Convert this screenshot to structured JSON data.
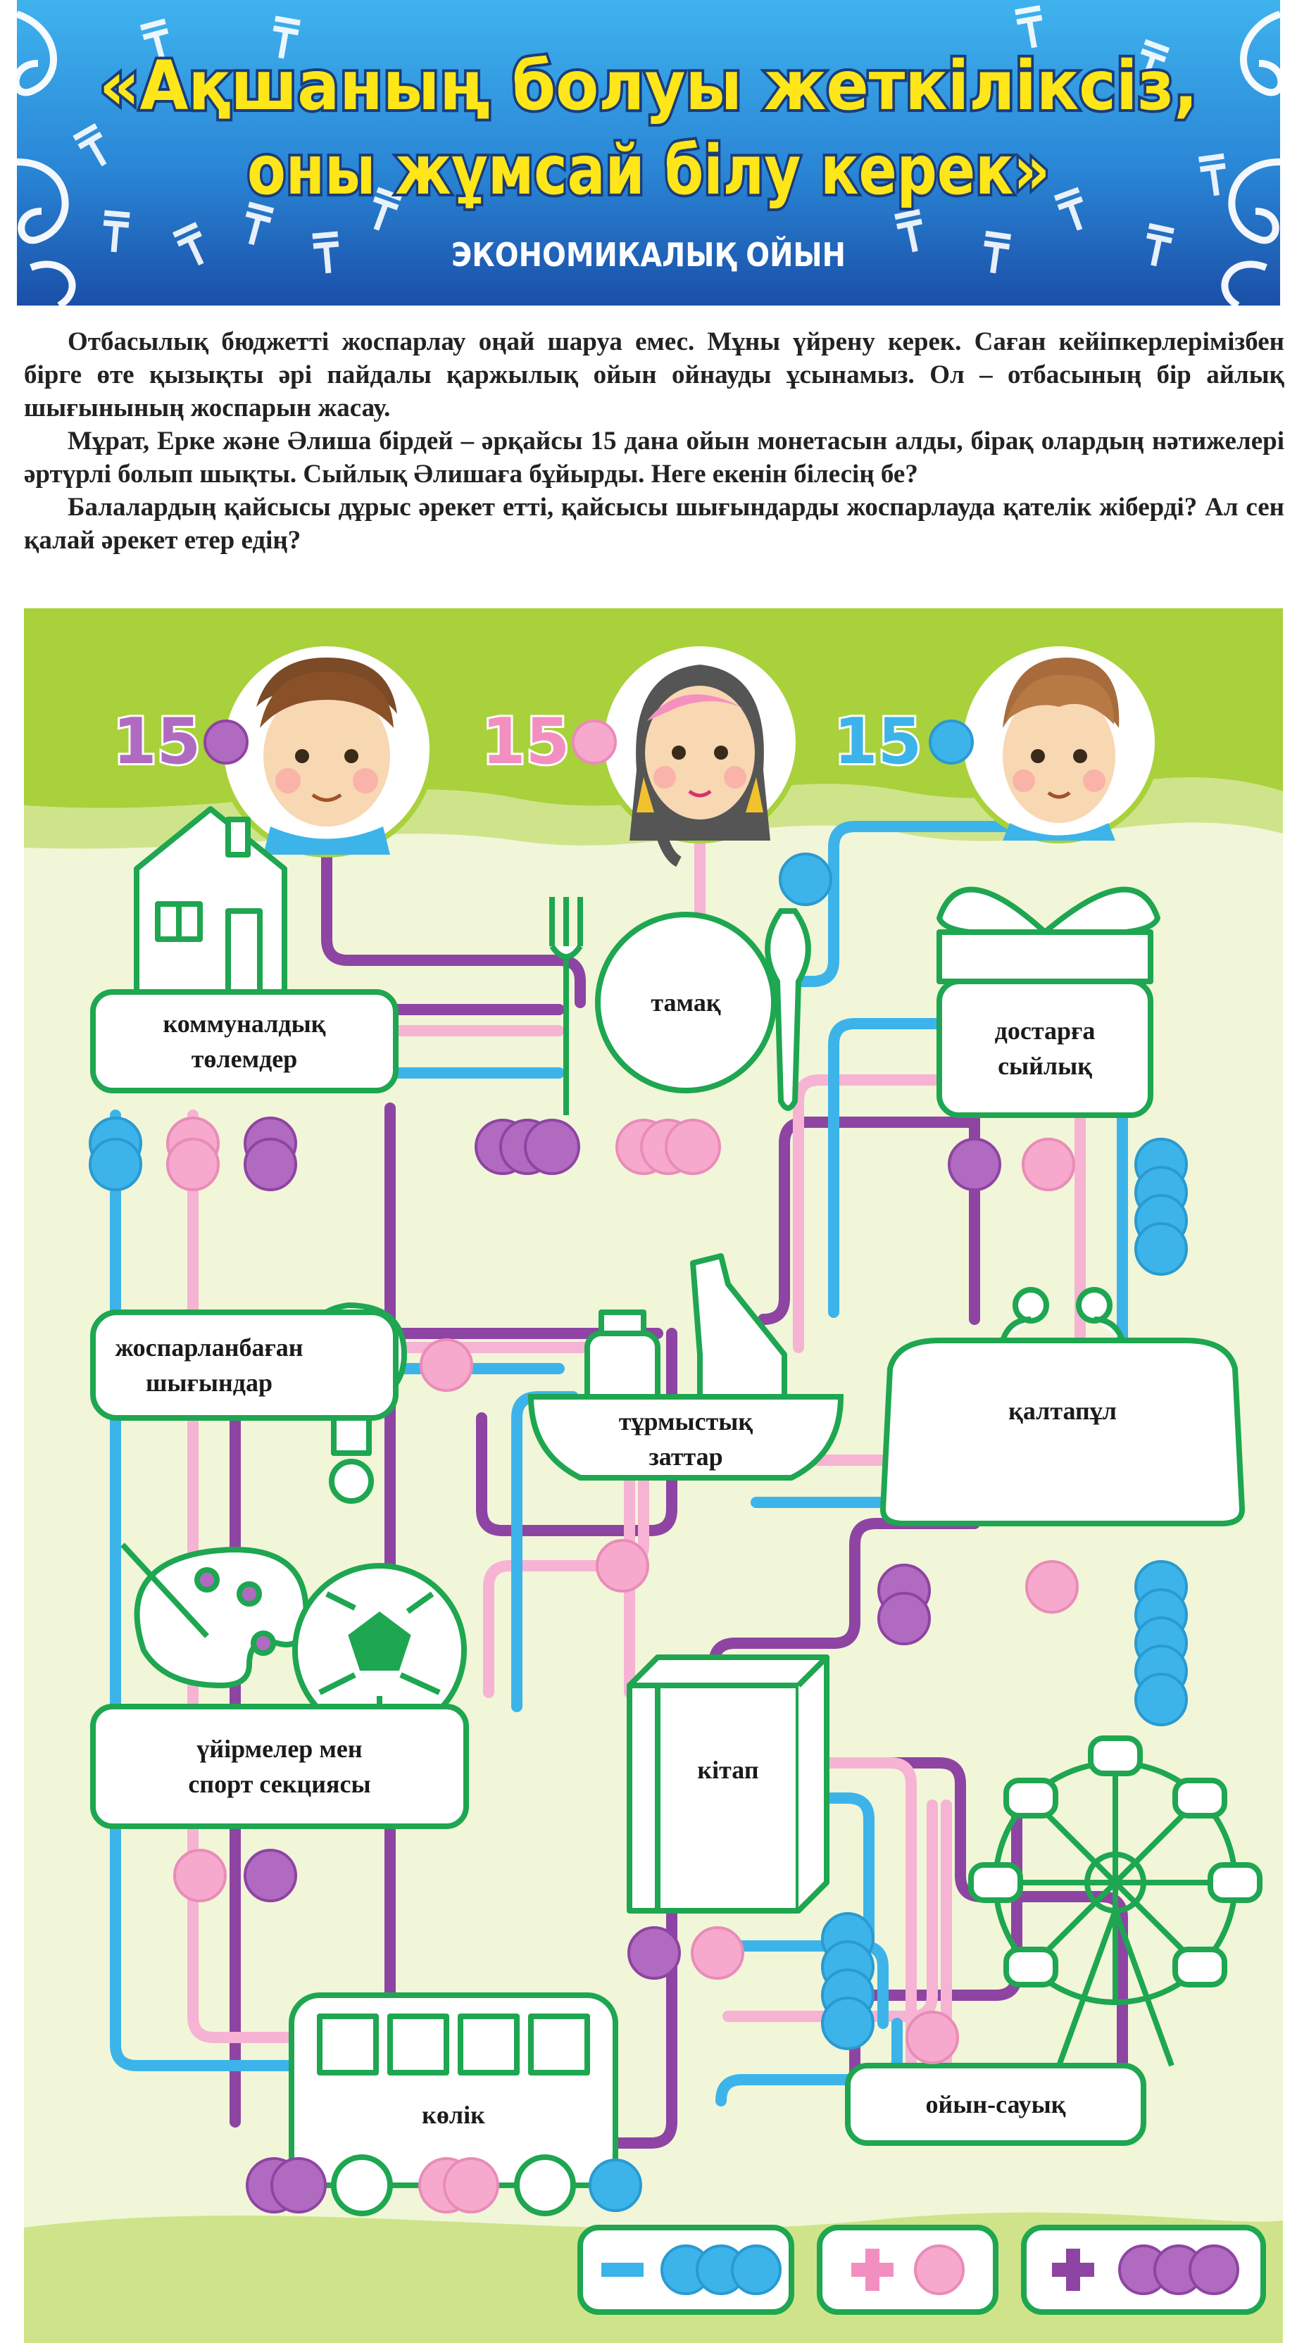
{
  "banner": {
    "title_line1": "«Ақшаның болуы жеткіліксіз,",
    "title_line2": "оны жұмсай білу керек»",
    "subtitle": "ЭКОНОМИКАЛЫҚ ОЙЫН",
    "colors": {
      "sky": "#35a8e8",
      "deep_blue": "#1a4fa8",
      "title_yellow": "#ffe619"
    }
  },
  "intro": {
    "p1": "Отбасылық бюджетті жоспарлау оңай шаруа емес. Мұны үйрену керек. Саған кейіпкерлерімізбен бірге өте қызықты әрі пайдалы қаржылық ойын ойнауды ұсынамыз. Ол – отбасының бір айлық шығынының жоспарын жасау.",
    "p2": "Мұрат, Ерке және Әлиша бірдей – әрқайсы 15 дана ойын монетасын алды, бірақ олардың нәтижелері әртүрлі болып шықты. Сыйлық Әлишаға бұйырды. Неге екенін білесің бе?",
    "p3": "Балалардың қайсысы дұрыс әрекет етті, қайсысы шығындарды жоспарлауда қателік жіберді? Ал сен қалай әрекет етер едің?"
  },
  "players": [
    {
      "coins": "15",
      "color": "#b06bc1",
      "path": "#8e44a3"
    },
    {
      "coins": "15",
      "color": "#f7a9cd",
      "path": "#f7b3d3"
    },
    {
      "coins": "15",
      "color": "#3cb4ea",
      "path": "#3cb4ea"
    }
  ],
  "labels": {
    "food": "тамақ",
    "utilities": [
      "коммуналдық",
      "төлемдер"
    ],
    "gift": [
      "достарға",
      "сыйлық"
    ],
    "unplanned": [
      "жоспарланбаған",
      "шығындар"
    ],
    "household": [
      "тұрмыстық",
      "заттар"
    ],
    "wallet": "қалтапұл",
    "clubs": [
      "үйірмелер мен",
      "спорт секциясы"
    ],
    "book": "кітап",
    "transport": "көлік",
    "fun": "ойын-сауық"
  },
  "results": [
    {
      "sign": "−",
      "count": 3,
      "color": "#3cb4ea"
    },
    {
      "sign": "+",
      "count": 1,
      "color": "#f7a9cd"
    },
    {
      "sign": "+",
      "count": 3,
      "color": "#b06bc1"
    }
  ],
  "colors": {
    "frame_green": "#1ea650",
    "board_bg": "#f1f6d8",
    "board_top": "#a9d13b"
  }
}
